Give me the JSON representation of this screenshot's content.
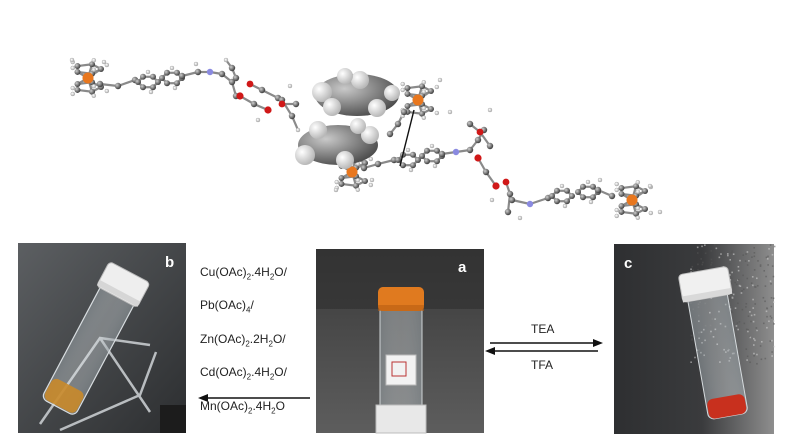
{
  "photos": {
    "a": {
      "label": "a",
      "vial_cap_color": "#e07a1f"
    },
    "b": {
      "label": "b",
      "residue_color": "#c98a2a"
    },
    "c": {
      "label": "c",
      "liquid_color": "#c8301e"
    }
  },
  "reagents": {
    "lines": [
      [
        "Cu(OAc)",
        "2",
        ".4H",
        "2",
        "O/"
      ],
      [
        "Pb(OAc)",
        "4",
        "/",
        "",
        ""
      ],
      [
        "Zn(OAc)",
        "2",
        ".2H",
        "2",
        "O/"
      ],
      [
        "Cd(OAc)",
        "2",
        ".4H",
        "2",
        "O/"
      ],
      [
        "Mn(OAc)",
        "2",
        ".4H",
        "2",
        "O"
      ]
    ]
  },
  "equilibrium": {
    "forward_label": "TEA",
    "reverse_label": "TFA"
  },
  "colors": {
    "iron": "#e8771e",
    "carbon": "#6d6d6d",
    "oxygen": "#d01818",
    "nitrogen": "#8a8ae0",
    "hydrogen": "#ffffff",
    "space_fill": "#7a7a7a"
  }
}
